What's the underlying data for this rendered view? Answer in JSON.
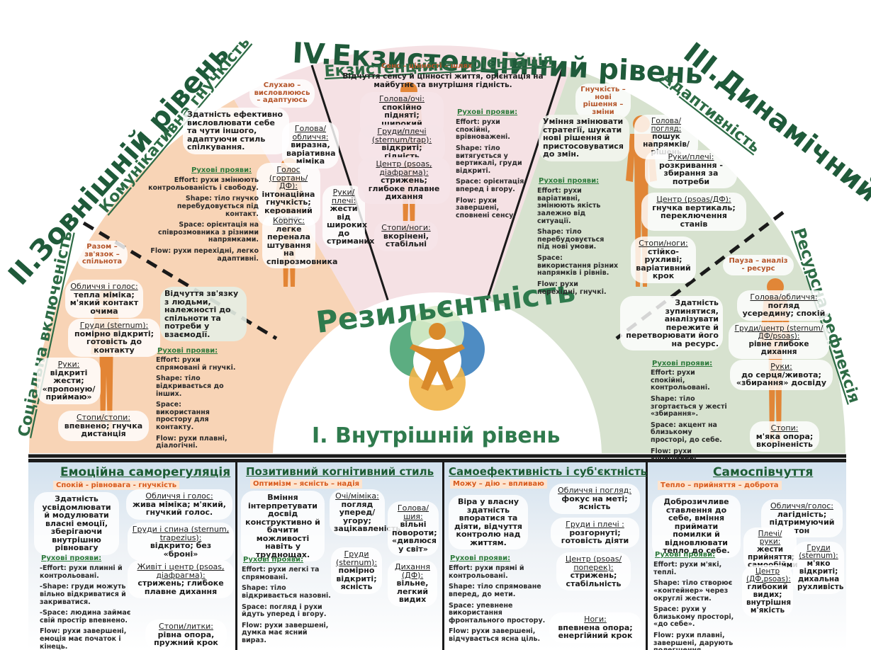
{
  "levels": {
    "external": "II.Зовнішній рівень",
    "existential": "IV.Екзистенційний рівень",
    "dynamic": "III.Динамічний рівень",
    "internal": "I. Внутрішній рівень",
    "center": "Резильєнтність"
  },
  "sub_arcs": {
    "communicative": "Комунікативна гнучкість",
    "social": "Соціальна включеність",
    "existential_orientation": "Екзистенційна орієнтація",
    "adaptive": "Адаптивність",
    "resource": "Ресурсна рефлексія"
  },
  "communicative": {
    "tag": "Слухаю – висловлююсь – адаптуюсь",
    "desc": "Здатність ефективно висловлювати себе та чути іншого, адаптуючи стиль спілкування.",
    "head": "Голова/обличчя:",
    "head_text": "виразна, варіативна міміка",
    "voice": "Голос (гортань/ДФ):",
    "voice_text": "інтонаційна гнучкість; керований темп",
    "hands": "Руки/плечі:",
    "hands_text": "жести від широких до стриманих",
    "torso": "Корпус:",
    "torso_text": "легке перенала штування на співрозмовника",
    "ruh_h": "Рухові прояви:",
    "ruh": [
      "Effort: рухи змінюють контрольованість і свободу.",
      "Shape: тіло гнучко перебудовується під контакт.",
      "Space: орієнтація на співрозмовника з різними напрямками.",
      "Flow: рухи перехідні, легко адаптивні."
    ]
  },
  "social": {
    "tag": "Разом – зв'язок – спільнота",
    "desc": "Відчуття зв'язку з людьми, належності до спільноти та потреби у взаємодії.",
    "face": "Обличчя і голос:",
    "face_text": "тепла міміка; м'який контакт очима",
    "chest": "Груди (sternum):",
    "chest_text": "помірно відкриті; готовість до контакту",
    "hands": "Руки:",
    "hands_text": "відкриті жести; «пропоную/приймаю»",
    "feet": "Стопи/стопи:",
    "feet_text": "впевнено; гнучка дистанція",
    "ruh_h": "Рухові прояви:",
    "ruh": [
      "Effort: рухи спрямовані й гнучкі.",
      "Shape: тіло відкривається до інших.",
      "Space: використання простору для контакту.",
      "Flow: рухи плавні, діалогічні."
    ]
  },
  "existential": {
    "tag": "Сенс – цінності – шлях",
    "desc": "Відчуття сенсу й цінності життя, орієнтація на майбутнє та внутрішня гідність.",
    "head": "Голова/очі:",
    "head_text": "спокійно підняті; широкий погляд",
    "chest": "Груди/плечі (sternum/trap):",
    "chest_text": "відкриті; гідність",
    "center": "Центр (psoas, діафрагма):",
    "center_text": "стрижень; глибоке плавне дихання",
    "feet": "Стопи/ноги:",
    "feet_text": "вкорінені, стабільні",
    "ruh_h": "Рухові прояви:",
    "ruh": [
      "Effort: рухи спокійні, врівноважені.",
      "Shape: тіло витягується у вертикалі, груди відкриті.",
      "Space: орієнтація вперед і вгору.",
      "Flow: рухи завершені, сповнені сенсу."
    ]
  },
  "adaptive": {
    "tag": "Гнучкість – нові рішення – зміни",
    "desc": "Уміння змінювати стратегії, шукати нові рішення й пристосовуватися до змін.",
    "head": "Голова/погляд:",
    "head_text": "пошук напрямків/рішень",
    "hands": "Руки/плечі:",
    "hands_text": "розкривання - збирання за потреби",
    "center": "Центр (psoas/ДФ):",
    "center_text": "гнучка вертикаль; переключення станів",
    "feet": "Стопи/ноги:",
    "feet_text": "стійко-рухливі; варіативний крок",
    "ruh_h": "Рухові прояви:",
    "ruh": [
      "Effort: рухи варіативні, змінюють якість залежно від ситуації.",
      "Shape: тіло перебудовується під нові умови.",
      "Space: використання різних напрямків і рівнів.",
      "Flow: рухи перехідні, гнучкі."
    ]
  },
  "resource": {
    "tag": "Пауза – аналіз - ресурс",
    "desc": "Здатність зупинятися, аналізувати пережите й перетворювати його на ресурс.",
    "head": "Голова/обличчя:",
    "head_text": "погляд усередину; спокій",
    "chest": "Груди/центр (sternum/ДФ/psoas):",
    "chest_text": "рівне глибоке дихання",
    "hands": "Руки:",
    "hands_text": "до серця/живота; «збирання» досвіду",
    "feet": "Стопи:",
    "feet_text": "м'яка опора; вкоріненість",
    "ruh_h": "Рухові прояви:",
    "ruh": [
      "Effort: рухи спокійні, контрольовані.",
      "Shape: тіло згортається у жесті «збирання».",
      "Space: акцент на близькому просторі, до себе.",
      "Flow: рухи уповільнені, завершені."
    ]
  },
  "panels": [
    {
      "title": "Емоційна саморегуляція",
      "sub": "Спокій - рівновага - гнучкість",
      "desc": "Здатність усвідомлювати й модулювати власні емоції, зберігаючи внутрішню рівновагу",
      "parts": [
        {
          "h": "Обличчя і голос:",
          "t": "жива міміка; м'який, гнучкий голос."
        },
        {
          "h": "Груди і спина (sternum, trapezius):",
          "t": "відкрито; без «броні»"
        },
        {
          "h": "Живіт і центр (psoas, діафрагма):",
          "t": "стрижень; глибоке плавне дихання"
        },
        {
          "h": "Стопи/литки:",
          "t": "рівна опора, пружний крок"
        }
      ],
      "ruh_h": "Рухові прояви:",
      "ruh": [
        "-Effort: рухи плинні й контрольовані.",
        "-Shape: груди можуть вільно відкриватися й закриватися.",
        "-Space: людина займає свій простір впевнено.",
        "Flow: рухи завершені, емоція має початок і кінець."
      ]
    },
    {
      "title": "Позитивний когнітивний стиль",
      "sub": "Оптимізм – ясність – надія",
      "desc": "Вміння інтерпретувати досвід конструктивно й бачити можливості навіть у труднощах.",
      "parts": [
        {
          "h": "Очі/міміка:",
          "t": "погляд уперед/угору; зацікавленість"
        },
        {
          "h": "Голова/шия:",
          "t": "вільні повороти; «дивлюся у світ»"
        },
        {
          "h": "Груди (sternum):",
          "t": "помірно відкриті; ясність"
        },
        {
          "h": "Дихання (ДФ):",
          "t": "вільне, легкий видих"
        }
      ],
      "ruh_h": "Рухові прояви:",
      "ruh": [
        "Effort: рухи легкі та спрямовані.",
        "Shape: тіло відкривається назовні.",
        "Space: погляд і рухи йдуть уперед і вгору.",
        "Flow: рухи завершені, думка має ясний вираз."
      ]
    },
    {
      "title": "Самоефективність і суб'єктність",
      "sub": "Можу – дію – впливаю",
      "desc": "Віра у власну здатність впоратися та діяти, відчуття контролю над життям.",
      "parts": [
        {
          "h": "Обличчя і погляд:",
          "t": "фокус на меті; ясність"
        },
        {
          "h": "Груди і плечі :",
          "t": "розгорнуті; готовість діяти"
        },
        {
          "h": "Центр (psoas/поперек):",
          "t": "стрижень; стабільність"
        },
        {
          "h": "Ноги:",
          "t": "впевнена опора; енергійний крок"
        }
      ],
      "ruh_h": "Рухові прояви:",
      "ruh": [
        "Effort: рухи прямі й контрольовані.",
        "Shape: тіло спрямоване вперед, до мети.",
        "Space: упевнене використання фронтального простору.",
        "Flow: рухи завершені, відчувається ясна ціль."
      ]
    },
    {
      "title": "Самоспівчуття",
      "sub": "Тепло – прийняття – доброта",
      "desc": "Доброзичливе ставлення до себе, вміння приймати помилки й відновлювати тепло до себе.",
      "parts": [
        {
          "h": "Обличчя/голос:",
          "t": "лагідність; підтримуючий тон"
        },
        {
          "h": "Плечі/руки:",
          "t": "жести прийняття; самообійми"
        },
        {
          "h": "Груди (sternum):",
          "t": "м'яко відкриті; дихальна рухливість"
        },
        {
          "h": "Центр (ДФ,psoas):",
          "t": "глибокий видих; внутрішня м'якість"
        }
      ],
      "ruh_h": "Рухові прояви:",
      "ruh": [
        "Effort: рухи м'які, теплі.",
        "Shape: тіло створює «контейнер» через округлі жести.",
        "Space: рухи у близькому просторі, «до себе».",
        "Flow: рухи плавні, завершені, дарують полегшення."
      ]
    }
  ],
  "colors": {
    "peach": "#f8d4b6",
    "pink": "#f5e1e4",
    "sage": "#d7e2cf",
    "green": "#1f5a3a",
    "figure": "#e2812f"
  }
}
